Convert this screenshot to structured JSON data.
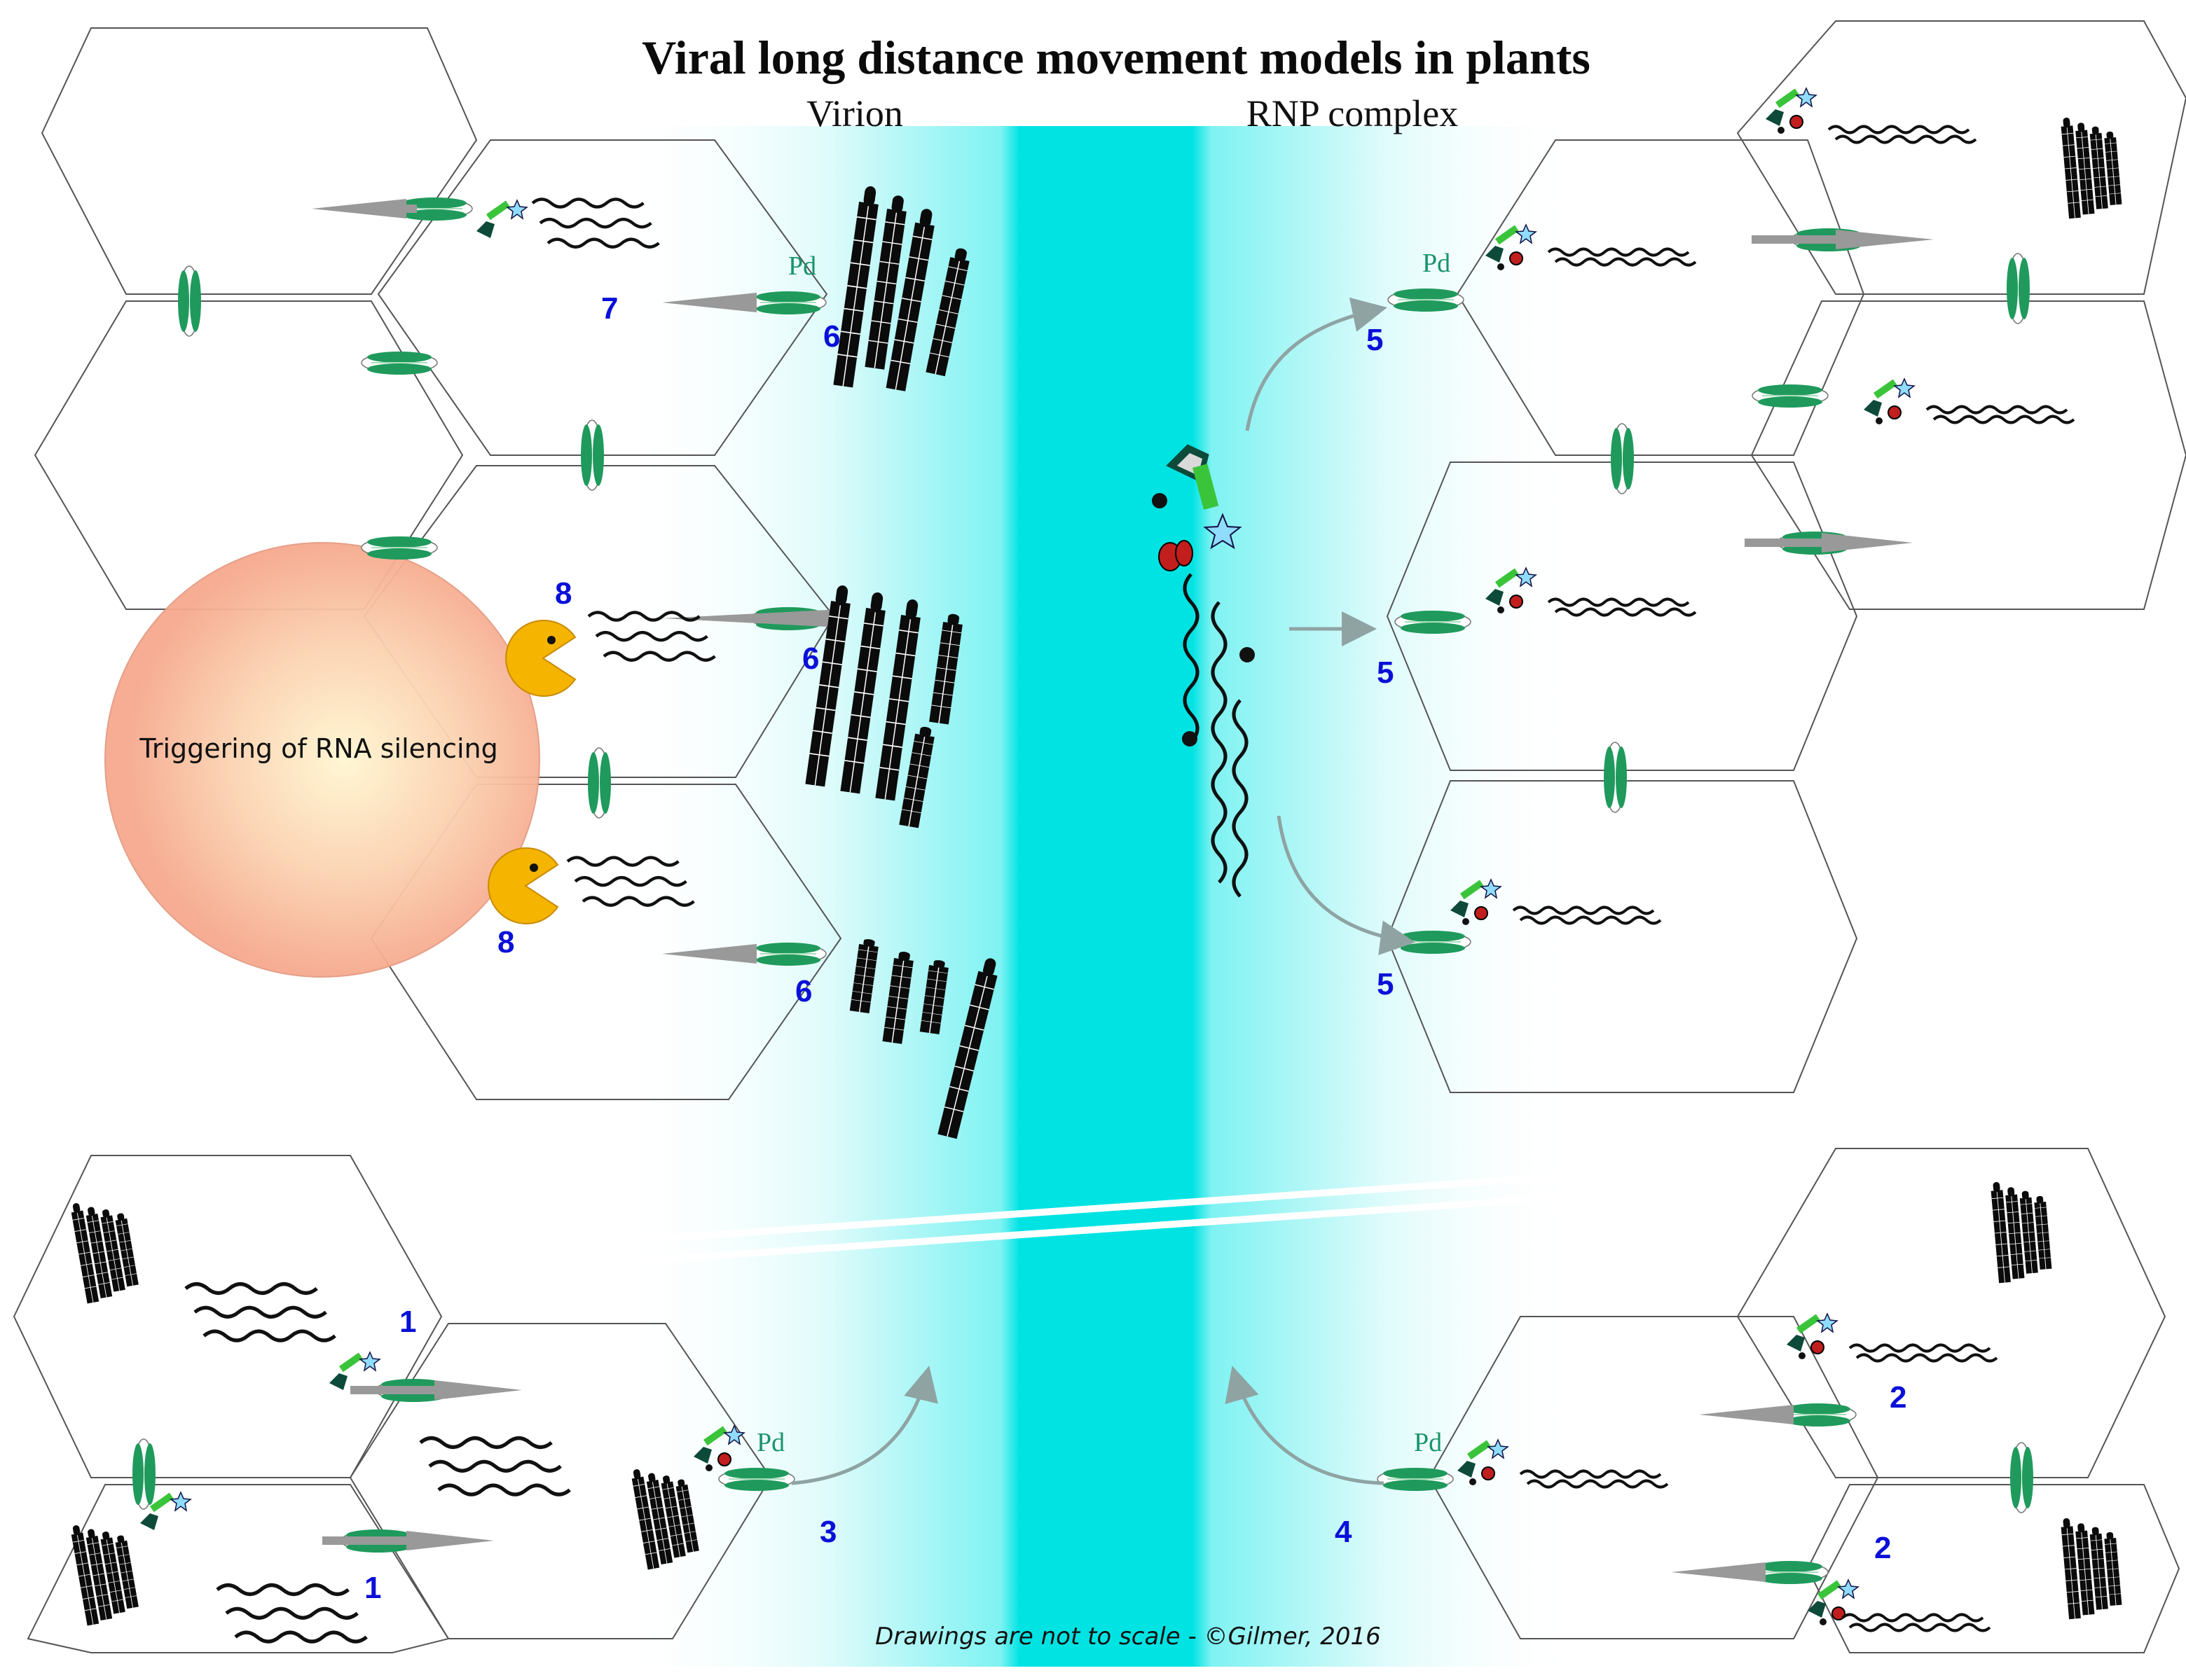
{
  "title": "Viral long distance movement models in plants",
  "column_labels": {
    "left": "Virion",
    "right": "RNP complex"
  },
  "silencing_label": "Triggering of RNA silencing",
  "pd_label": "Pd",
  "step_numbers": {
    "s7": "7",
    "s6a": "6",
    "s6b": "6",
    "s6c": "6",
    "s8a": "8",
    "s8b": "8",
    "s5a": "5",
    "s5b": "5",
    "s5c": "5",
    "s1a": "1",
    "s1b": "1",
    "s3": "3",
    "s4": "4",
    "s2a": "2",
    "s2b": "2"
  },
  "footer": "Drawings are not to scale  - ©Gilmer, 2016",
  "colors": {
    "vascular_cyan": "#00e3e3",
    "step_number_blue": "#0a10d8",
    "plasmodesma_green": "#1f9a5c",
    "silencing_circle": "#f7b89c",
    "pacman_yellow": "#f4b400",
    "cell_outline": "#555555"
  }
}
